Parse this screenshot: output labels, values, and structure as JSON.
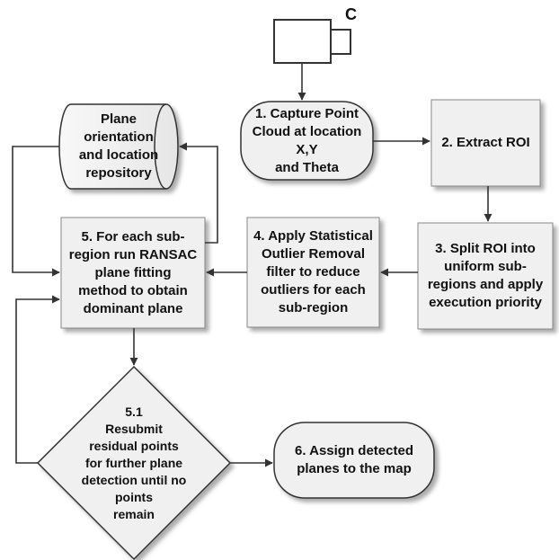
{
  "diagram": {
    "camera_label": "C",
    "nodes": {
      "capture": "1. Capture Point\nCloud at location X,Y\nand Theta",
      "extract": "2. Extract ROI",
      "split": "3. Split ROI into\nuniform sub-\nregions and apply\nexecution priority",
      "sor": "4. Apply Statistical\nOutlier Removal\nfilter to reduce\noutliers for each\nsub-region",
      "ransac": "5. For each sub-\nregion run RANSAC\nplane fitting\nmethod to obtain\ndominant plane",
      "repository": "Plane\norientation\nand location\nrepository",
      "decision": "5.1\nResubmit\nresidual points\nfor further plane\ndetection until no\npoints\nremain",
      "assign": "6. Assign detected\nplanes to the map"
    }
  }
}
